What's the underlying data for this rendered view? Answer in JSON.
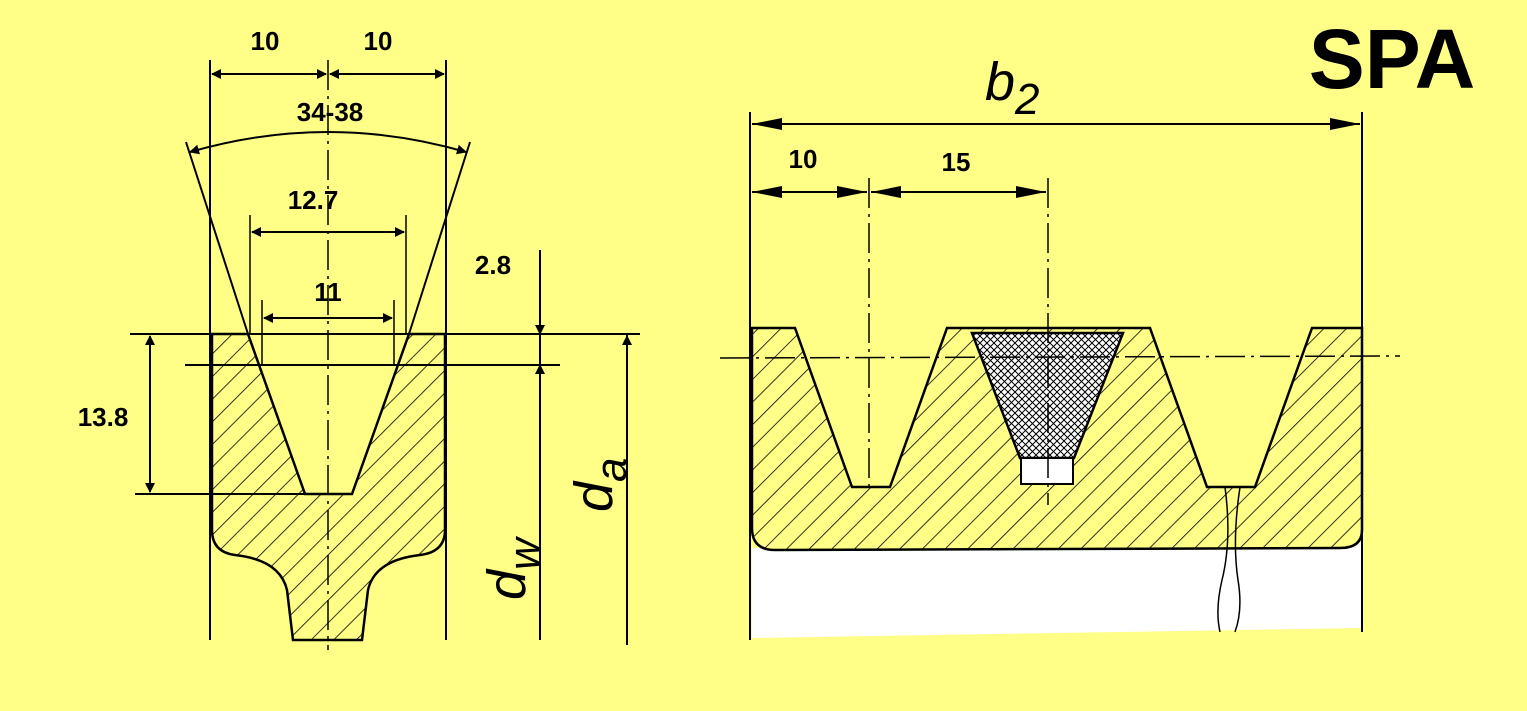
{
  "title": "SPA",
  "left_view": {
    "dims": {
      "half_left": "10",
      "half_right": "10",
      "angle": "34-38",
      "width_127": "12.7",
      "width_11": "11",
      "depth_28": "2.8",
      "depth_138": "13.8"
    },
    "symbols": {
      "dw": "dw",
      "da": "da"
    }
  },
  "right_view": {
    "dims": {
      "edge": "10",
      "pitch": "15"
    },
    "symbols": {
      "b2": "b2"
    }
  },
  "colors": {
    "background": "#FFFF88",
    "ink": "#000000",
    "white_fill": "#FFFFFF"
  }
}
